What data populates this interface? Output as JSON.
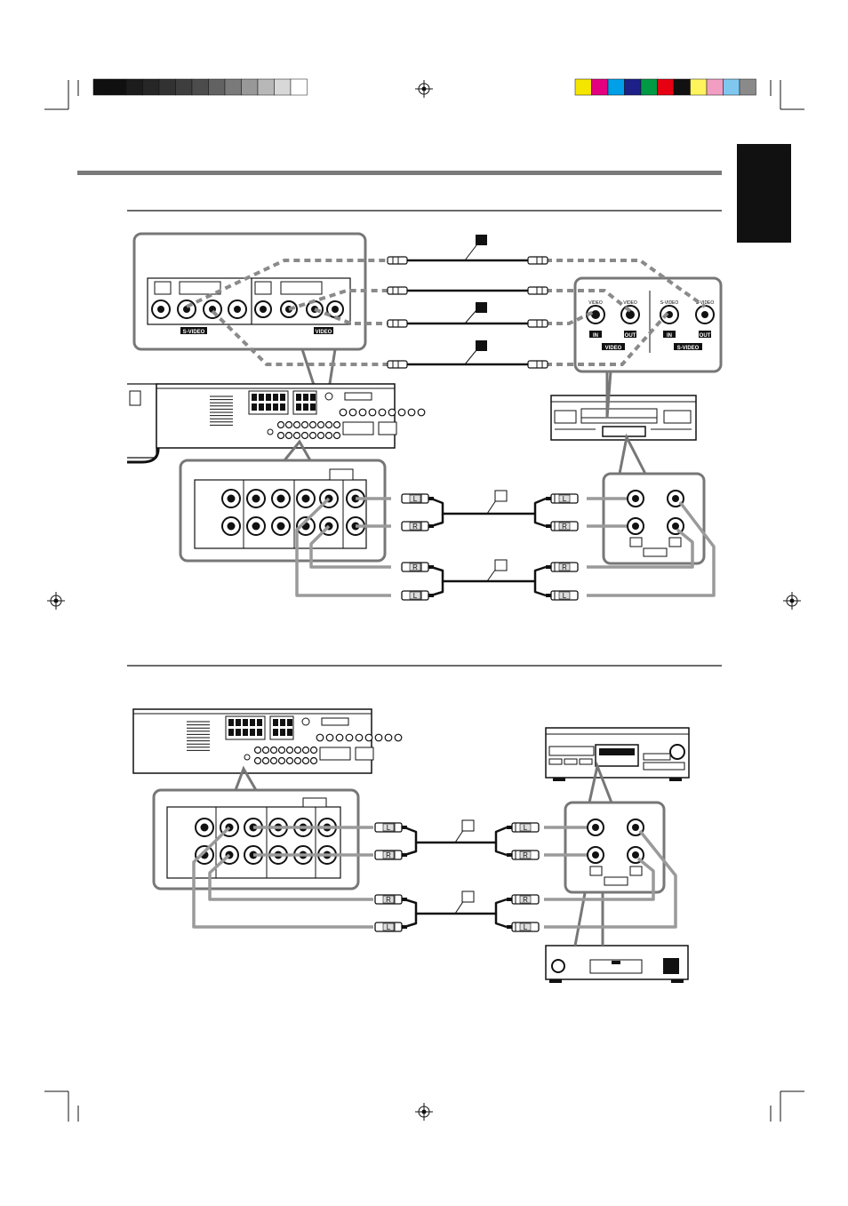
{
  "colors": {
    "ink": "#111111",
    "cable_gray": "#9a9a9a",
    "dashed_gray": "#8a8a8a",
    "bar_gray": "#7a7a7a",
    "tab_black": "#111111",
    "greyscale_patches": [
      "#101010",
      "#101010",
      "#1c1c1c",
      "#262626",
      "#323232",
      "#3e3e3e",
      "#4c4c4c",
      "#626262",
      "#7a7a7a",
      "#989898",
      "#b8b8b8",
      "#d8d8d8",
      "#ffffff"
    ],
    "color_patches": [
      "#f5e600",
      "#e5007f",
      "#00a0e9",
      "#1d2088",
      "#009944",
      "#e60012",
      "#111111",
      "#fff45c",
      "#f19ec2",
      "#7fc7ef",
      "#8a8a8a"
    ]
  },
  "labels": {
    "svideo": "S-VIDEO",
    "video": "VIDEO",
    "vcr_video_in": "VIDEO",
    "vcr_video_out": "VIDEO",
    "vcr_svideo_in": "S-VIDEO",
    "vcr_svideo_out": "S-VIDEO",
    "in": "IN",
    "out": "OUT",
    "plug_left": "L",
    "plug_right": "R"
  }
}
